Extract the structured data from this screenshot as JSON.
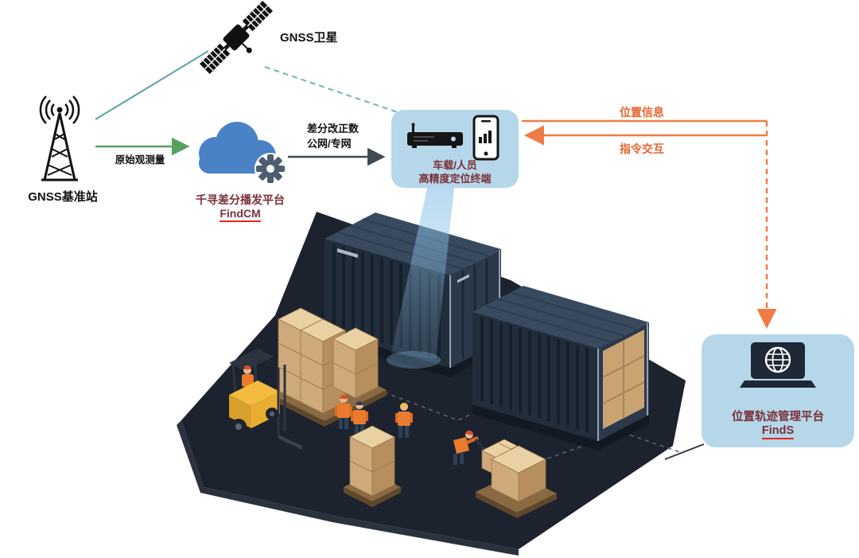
{
  "nodes": {
    "satellite": {
      "label": "GNSS卫星"
    },
    "base_station": {
      "label": "GNSS基准站"
    },
    "cloud_platform": {
      "title": "千寻差分播发平台",
      "subtitle": "FindCM"
    },
    "terminal": {
      "line1": "车载/人员",
      "line2": "高精度定位终端"
    },
    "management_platform": {
      "title": "位置轨迹管理平台",
      "subtitle": "FindS"
    }
  },
  "edges": {
    "raw_observation": {
      "label": "原始观测量"
    },
    "diff_correction": {
      "line1": "差分改正数",
      "line2": "公网/专网"
    },
    "location_info": {
      "label": "位置信息"
    },
    "command_interaction": {
      "label": "指令交互"
    }
  },
  "colors": {
    "teal_line": "#5b9fa5",
    "green_arrow": "#57a05f",
    "orange_arrow": "#ef7c45",
    "orange_text": "#e8632c",
    "panel_blue": "#b6d7ea",
    "maroon_text": "#7a3038",
    "underline_red": "#e8251f",
    "cloud_blue": "#4a82c6",
    "platform_dark": "#1c232e",
    "container_dark": "#222d3b",
    "box_tan": "#cfa97a",
    "forklift_yellow": "#f3ba3e"
  }
}
